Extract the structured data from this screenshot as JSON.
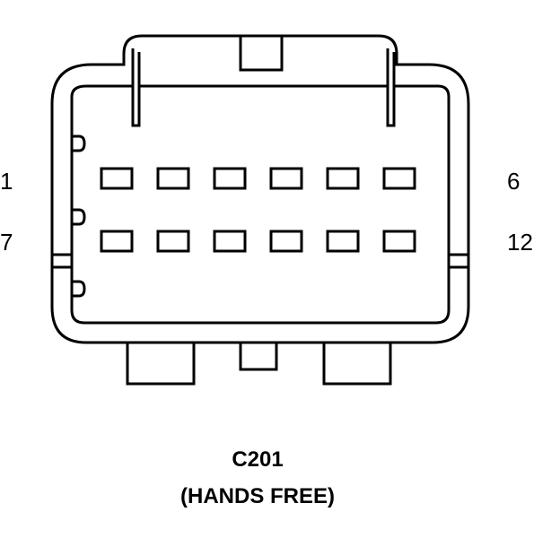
{
  "connector": {
    "id": "C201",
    "description": "(HANDS FREE)",
    "pin_rows": [
      {
        "first_label": "1",
        "last_label": "6",
        "pin_count": 6
      },
      {
        "first_label": "7",
        "last_label": "12",
        "pin_count": 6
      }
    ]
  },
  "colors": {
    "stroke": "#000000",
    "background": "#ffffff"
  }
}
